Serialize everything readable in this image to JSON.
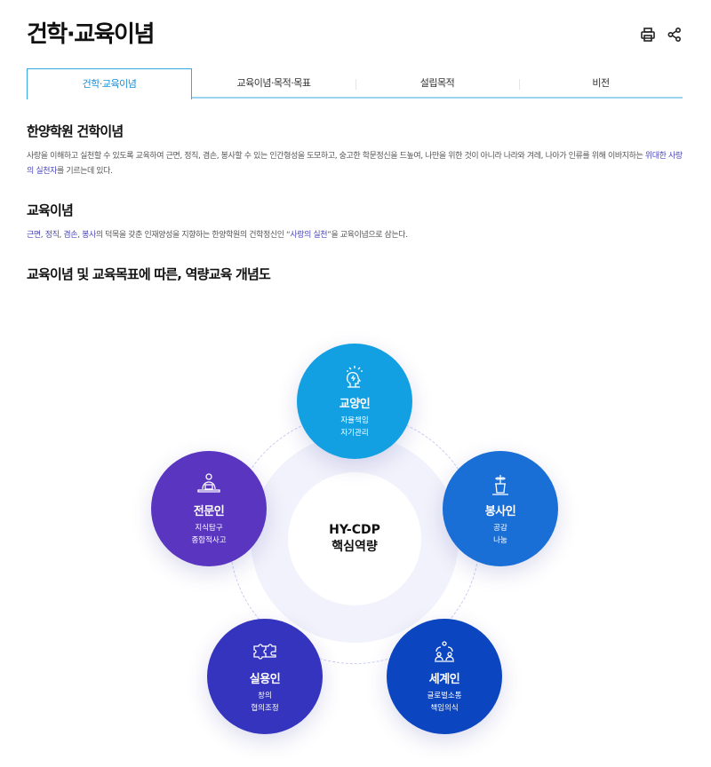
{
  "header": {
    "title": "건학·교육이념",
    "print_icon": "print-icon",
    "share_icon": "share-icon"
  },
  "tabs": [
    {
      "label": "건학·교육이념",
      "active": true
    },
    {
      "label": "교육이념·목적·목표"
    },
    {
      "label": "설립목적"
    },
    {
      "label": "비전"
    }
  ],
  "section1": {
    "heading": "한양학원 건학이념",
    "text_a": "사랑을 이해하고 실천할 수 있도록 교육하여 근면, 정직, 겸손, 봉사할 수 있는 인간형성을 도모하고, 숭고한 학문정신을 드높여, 나만을 위한 것이 아니라 나라와 겨레, 나아가 인류를 위해 이바지하는 ",
    "highlight": "위대한 사랑의 실천자",
    "text_b": "를 기르는데 있다."
  },
  "section2": {
    "heading": "교육이념",
    "h1": "근면",
    "sep": ", ",
    "h2": "정직",
    "h3": "겸손",
    "h4": "봉사",
    "text_a": "의 덕목을 갖춘 인재양성을 지향하는 한양학원의 건학정신인 “",
    "highlight": "사랑의 실천",
    "text_b": "”을 교육이념으로 삼는다."
  },
  "section3": {
    "heading": "교육이념 및 교육목표에 따른, 역량교육 개념도"
  },
  "diagram": {
    "center": {
      "line1": "HY-CDP",
      "line2": "핵심역량"
    },
    "nodes": [
      {
        "name": "교양인",
        "sub1": "자율책임",
        "sub2": "자기관리",
        "color": "#12a0e3",
        "icon": "head-lightning-icon"
      },
      {
        "name": "봉사인",
        "sub1": "공감",
        "sub2": "나눔",
        "color": "#1a6fd6",
        "icon": "plant-icon"
      },
      {
        "name": "세계인",
        "sub1": "글로벌소통",
        "sub2": "책임의식",
        "color": "#0b45c0",
        "icon": "people-network-icon"
      },
      {
        "name": "실용인",
        "sub1": "창의",
        "sub2": "협의조정",
        "color": "#3534be",
        "icon": "puzzle-icon"
      },
      {
        "name": "전문인",
        "sub1": "지식탐구",
        "sub2": "종합적사고",
        "color": "#5a35c0",
        "icon": "person-laptop-icon"
      }
    ]
  }
}
